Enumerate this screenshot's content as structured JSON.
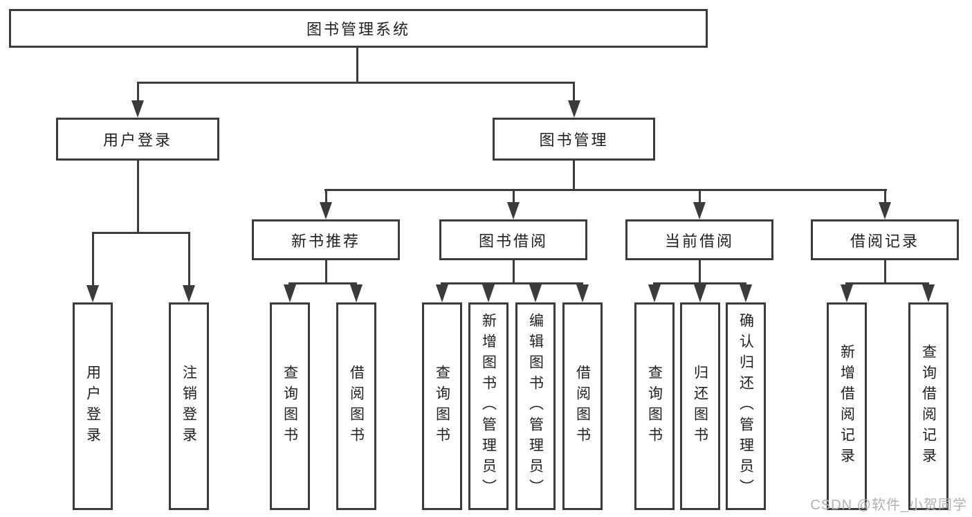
{
  "diagram": {
    "root": "图书管理系统",
    "level2": {
      "user": "用户登录",
      "book": "图书管理"
    },
    "level3": {
      "new_rec": "新书推荐",
      "borrow": "图书借阅",
      "current": "当前借阅",
      "record": "借阅记录"
    },
    "leaves": {
      "user": [
        "用户登录",
        "注销登录"
      ],
      "new_rec": [
        "查询图书",
        "借阅图书"
      ],
      "borrow": [
        "查询图书",
        "新增图书（管理员）",
        "编辑图书（管理员）",
        "借阅图书"
      ],
      "current": [
        "查询图书",
        "归还图书",
        "确认归还（管理员）"
      ],
      "record": [
        "新增借阅记录",
        "查询借阅记录"
      ]
    }
  },
  "watermark": {
    "text": "CSDN @软件_小贺同学"
  },
  "colors": {
    "line": "#3b3b3b",
    "text": "#1f1f1f",
    "background": "#ffffff",
    "watermark": "#b1b1b1"
  }
}
